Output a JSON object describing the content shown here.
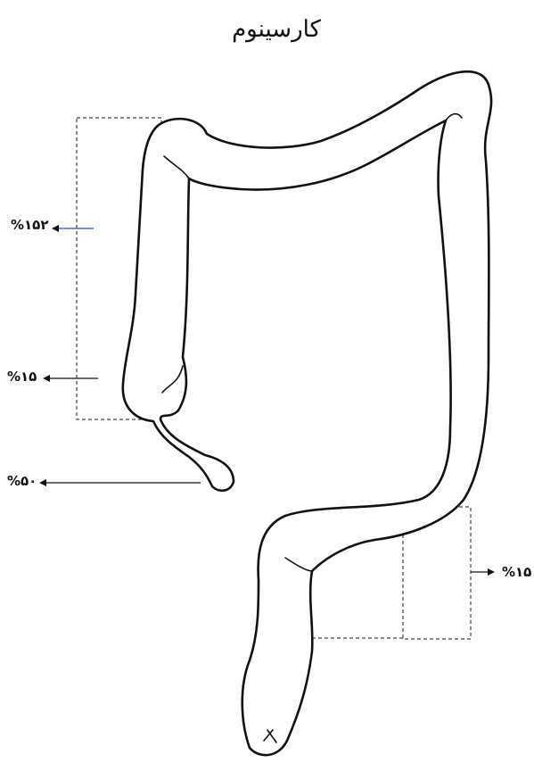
{
  "title": "کارسینوم",
  "labels": {
    "top_left": "%۱۵۲",
    "mid_left": "%۱۵",
    "low_left": "%۵۰",
    "right": "%۱۵"
  },
  "colors": {
    "ink": "#111111",
    "accent_arrow": "#2a4fc0"
  }
}
